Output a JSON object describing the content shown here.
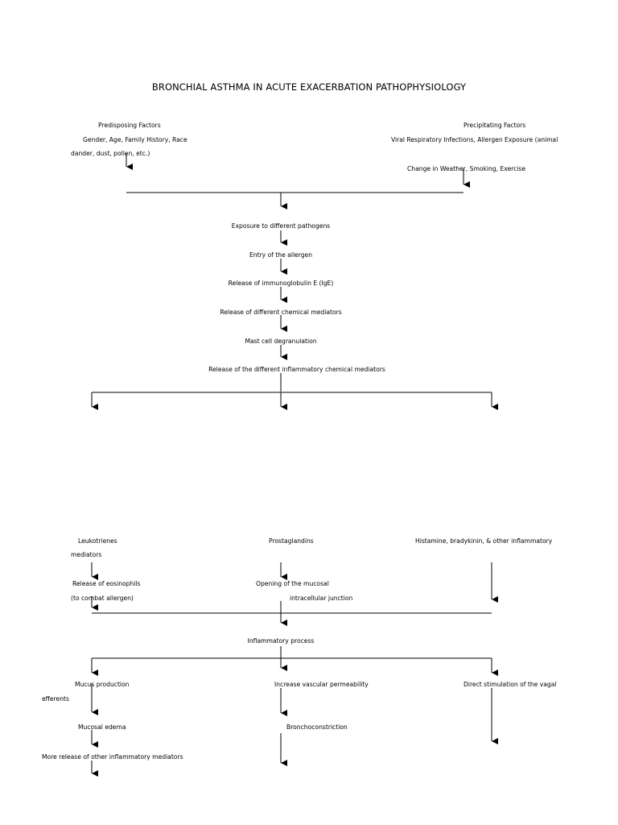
{
  "title": "BRONCHIAL ASTHMA IN ACUTE EXACERBATION PATHOPHYSIOLOGY",
  "predisposing": {
    "heading": "Predisposing Factors",
    "line1": "Gender, Age, Family History, Race",
    "line2": "dander, dust, pollen, etc.)"
  },
  "precipitating": {
    "heading": "Precipitating Factors",
    "line1": "Viral Respiratory Infections, Allergen Exposure (animal",
    "line2": "Change in Weather, Smoking, Exercise"
  },
  "chain": [
    "Exposure to different pathogens",
    "Entry of the allergen",
    "Release of immunoglobulin E (IgE)",
    "Release of different chemical mediators",
    "Mast cell degranulation",
    "Release of the different inflammatory chemical mediators"
  ],
  "mediators": {
    "left_line1": "Leukotrienes",
    "left_line2": "mediators",
    "middle": "Prostaglandins",
    "right": "Histamine, bradykinin, & other inflammatory"
  },
  "effects": {
    "left_line1": "Release of eosinophils",
    "left_line2": "(to combat allergen)",
    "middle_line1": "Opening of the mucosal",
    "middle_line2": "intracellular junction"
  },
  "inflammatory_process": "Inflammatory process",
  "outcomes": {
    "left_line1": "Mucus production",
    "left_line2": "efferents",
    "middle": "Increase vascular permeability",
    "right": "Direct stimulation of the vagal"
  },
  "final": {
    "left1": "Mucosal edema",
    "left2": "More release of other inflammatory mediators",
    "middle": "Bronchoconstriction"
  }
}
